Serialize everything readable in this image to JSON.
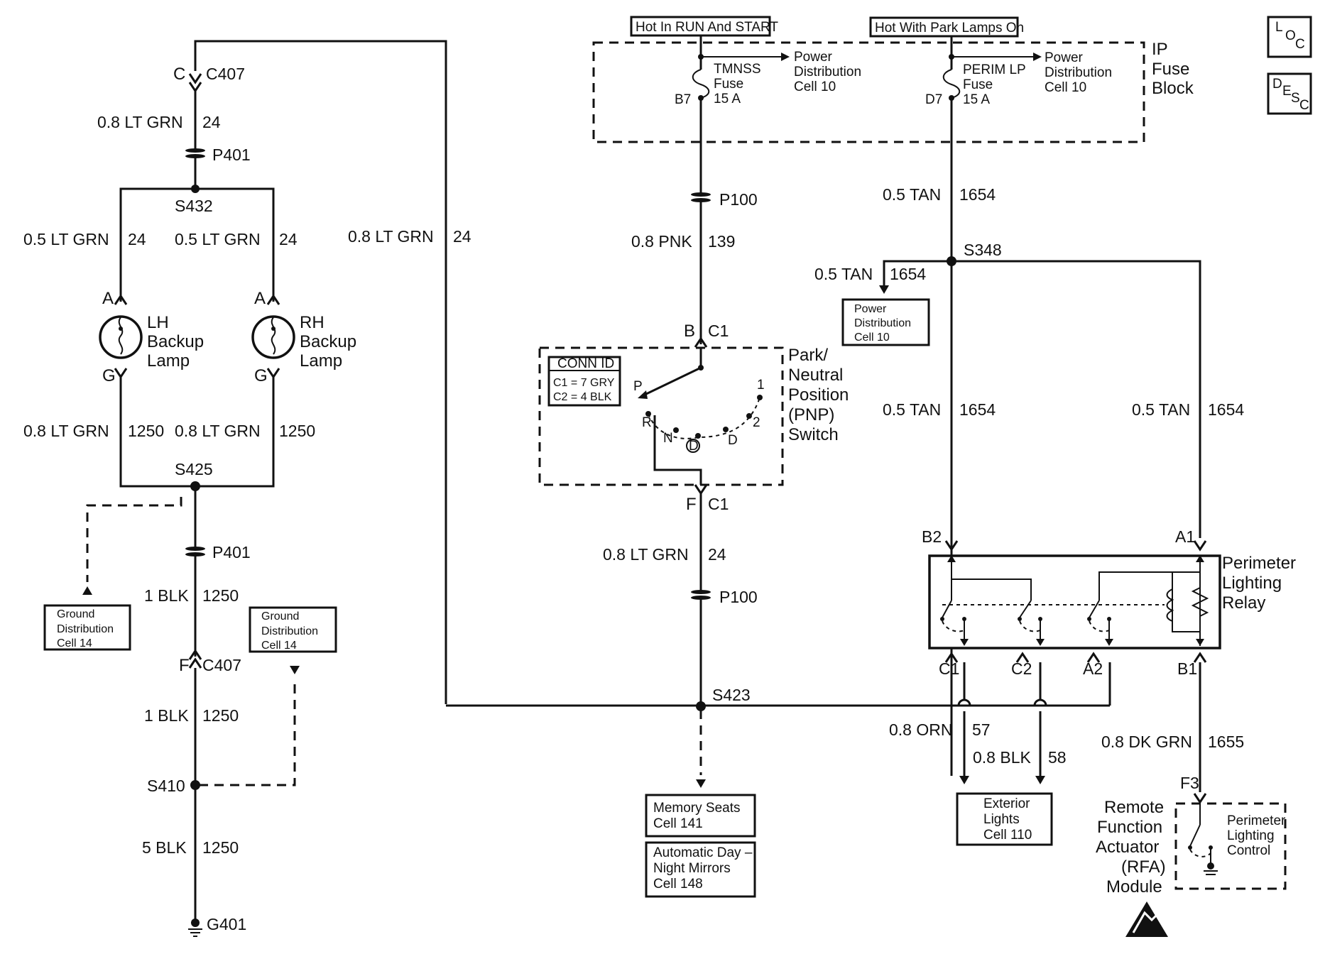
{
  "left": {
    "c407_top_pin": "C",
    "c407_top": "C407",
    "wire_top": "0.8 LT GRN",
    "wire_top_num": "24",
    "p401_top": "P401",
    "s432": "S432",
    "lh_wire": "0.5 LT GRN",
    "lh_wire_num": "24",
    "rh_wire": "0.5 LT GRN",
    "rh_wire_num": "24",
    "lh_pin_a": "A",
    "rh_pin_a": "A",
    "lh_lamp": [
      "LH",
      "Backup",
      "Lamp"
    ],
    "rh_lamp": [
      "RH",
      "Backup",
      "Lamp"
    ],
    "lh_pin_g": "G",
    "rh_pin_g": "G",
    "lh_wire2": "0.8 LT GRN",
    "lh_wire2_num": "1250",
    "rh_wire2": "0.8 LT GRN",
    "rh_wire2_num": "1250",
    "s425": "S425",
    "p401_bottom": "P401",
    "wire_blk1": "1 BLK",
    "wire_blk1_num": "1250",
    "ground_left": [
      "Ground",
      "Distribution",
      "Cell 14"
    ],
    "ground_right": [
      "Ground",
      "Distribution",
      "Cell 14"
    ],
    "c407_bottom_pin": "F",
    "c407_bottom": "C407",
    "wire_blk2": "1 BLK",
    "wire_blk2_num": "1250",
    "s410": "S410",
    "wire_blk3": "5 BLK",
    "wire_blk3_num": "1250",
    "g401": "G401",
    "long_wire": "0.8 LT GRN",
    "long_wire_num": "24"
  },
  "fuse_block": {
    "hot_run_start": "Hot In RUN And START",
    "hot_park_lamps": "Hot With Park Lamps On",
    "title": [
      "IP",
      "Fuse",
      "Block"
    ],
    "tmnss": [
      "TMNSS",
      "Fuse",
      "15 A"
    ],
    "tmnss_pin": "B7",
    "tmnss_dest": [
      "Power",
      "Distribution",
      "Cell 10"
    ],
    "perim": [
      "PERIM LP",
      "Fuse",
      "15 A"
    ],
    "perim_pin": "D7",
    "perim_dest": [
      "Power",
      "Distribution",
      "Cell 10"
    ]
  },
  "center": {
    "p100_top": "P100",
    "wire_pnk": "0.8 PNK",
    "wire_pnk_num": "139",
    "c1_top_pin": "B",
    "c1_top": "C1",
    "conn_id_title": "CONN ID",
    "conn_id_rows": [
      "C1 = 7 GRY",
      "C2 = 4 BLK"
    ],
    "pnp_switch": [
      "Park/",
      "Neutral",
      "Position",
      "(PNP)",
      "Switch"
    ],
    "positions": {
      "p": "P",
      "r": "R",
      "n": "N",
      "d_circled": "D",
      "d": "D",
      "two": "2",
      "one": "1"
    },
    "c1_bottom_pin": "F",
    "c1_bottom": "C1",
    "wire_ltgrn": "0.8 LT GRN",
    "wire_ltgrn_num": "24",
    "p100_bottom": "P100",
    "s423": "S423",
    "memory_seats": [
      "Memory Seats",
      "Cell 141"
    ],
    "mirrors": [
      "Automatic Day –",
      "Night Mirrors",
      "Cell 148"
    ]
  },
  "right": {
    "wire_tan1": "0.5 TAN",
    "wire_tan1_num": "1654",
    "s348": "S348",
    "wire_tan2": "0.5 TAN",
    "wire_tan2_num": "1654",
    "power_dist": [
      "Power",
      "Distribution",
      "Cell 10"
    ],
    "wire_tan3": "0.5 TAN",
    "wire_tan3_num": "1654",
    "wire_tan4": "0.5 TAN",
    "wire_tan4_num": "1654",
    "pin_b2": "B2",
    "pin_a1": "A1",
    "relay": [
      "Perimeter",
      "Lighting",
      "Relay"
    ],
    "pin_c1": "C1",
    "pin_c2": "C2",
    "pin_a2": "A2",
    "pin_b1": "B1",
    "wire_orn": "0.8 ORN",
    "wire_orn_num": "57",
    "wire_blk": "0.8 BLK",
    "wire_blk_num": "58",
    "wire_dkgrn": "0.8 DK GRN",
    "wire_dkgrn_num": "1655",
    "exterior_lights": [
      "Exterior",
      "Lights",
      "Cell 110"
    ],
    "pin_f3": "F3",
    "rfa_module": [
      "Remote",
      "Function",
      "Actuator",
      "(RFA)",
      "Module"
    ],
    "perimeter_control": [
      "Perimeter",
      "Lighting",
      "Control"
    ]
  },
  "corner_icons": {
    "loc": {
      "l": "L",
      "o": "O",
      "c": "C"
    },
    "desc": {
      "d": "D",
      "e": "E",
      "s": "S",
      "c": "C"
    }
  }
}
